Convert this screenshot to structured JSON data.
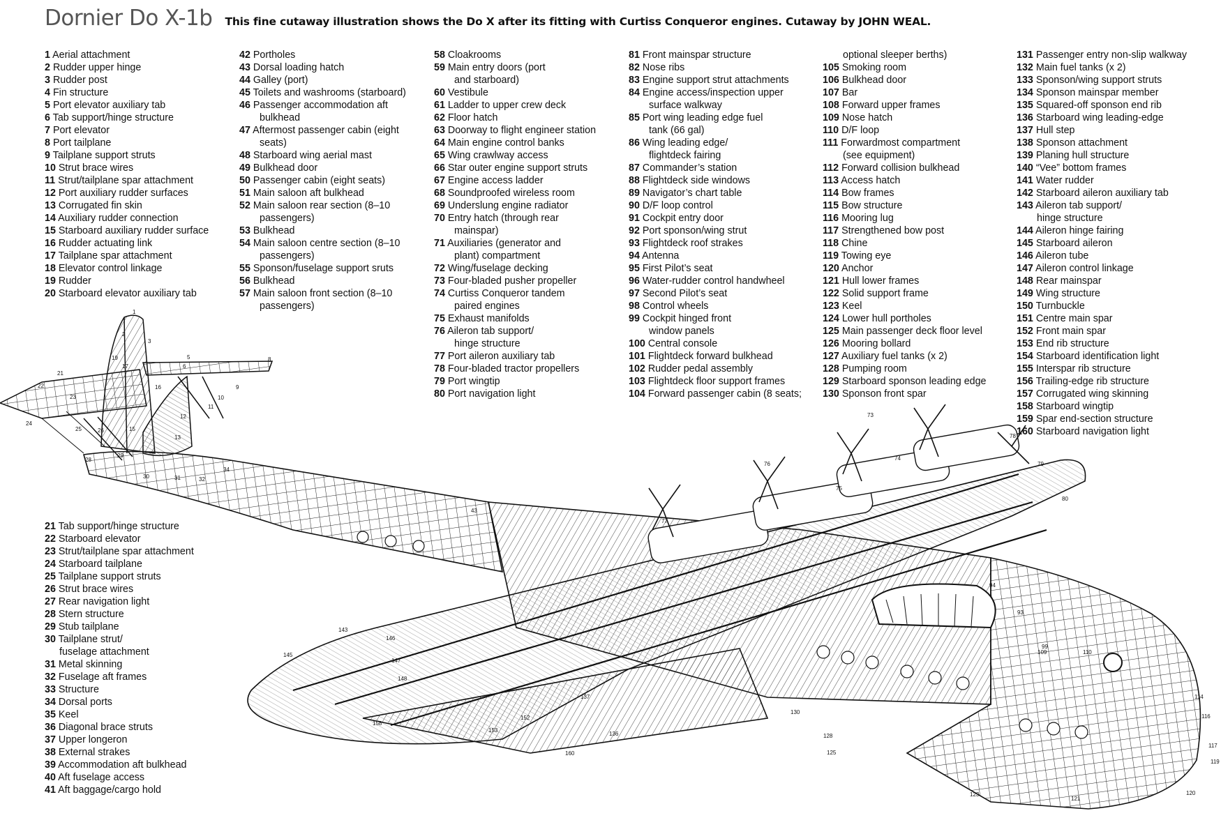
{
  "header": {
    "title": "Dornier Do X-1b",
    "subtitle": "This fine cutaway illustration shows the Do X after its fitting with Curtiss Conqueror engines. Cutaway by JOHN WEAL."
  },
  "key_columns": [
    [
      [
        "1",
        "Aerial attachment"
      ],
      [
        "2",
        "Rudder upper hinge"
      ],
      [
        "3",
        "Rudder post"
      ],
      [
        "4",
        "Fin structure"
      ],
      [
        "5",
        "Port elevator auxiliary tab"
      ],
      [
        "6",
        "Tab support/hinge structure"
      ],
      [
        "7",
        "Port elevator"
      ],
      [
        "8",
        "Port tailplane"
      ],
      [
        "9",
        "Tailplane support struts"
      ],
      [
        "10",
        "Strut brace wires"
      ],
      [
        "11",
        "Strut/tailplane spar attachment"
      ],
      [
        "12",
        "Port auxiliary rudder surfaces"
      ],
      [
        "13",
        "Corrugated fin skin"
      ],
      [
        "14",
        "Auxiliary rudder connection"
      ],
      [
        "15",
        "Starboard auxiliary rudder surface"
      ],
      [
        "16",
        "Rudder actuating link"
      ],
      [
        "17",
        "Tailplane spar attachment"
      ],
      [
        "18",
        "Elevator control linkage"
      ],
      [
        "19",
        "Rudder"
      ],
      [
        "20",
        "Starboard elevator auxiliary tab"
      ]
    ],
    [
      [
        "42",
        "Portholes"
      ],
      [
        "43",
        "Dorsal loading hatch"
      ],
      [
        "44",
        "Galley (port)"
      ],
      [
        "45",
        "Toilets and washrooms (starboard)"
      ],
      [
        "46",
        "Passenger accommodation aft"
      ],
      [
        "",
        "bulkhead"
      ],
      [
        "47",
        "Aftermost passenger cabin (eight"
      ],
      [
        "",
        "seats)"
      ],
      [
        "48",
        "Starboard wing aerial mast"
      ],
      [
        "49",
        "Bulkhead door"
      ],
      [
        "50",
        "Passenger cabin (eight seats)"
      ],
      [
        "51",
        "Main saloon aft bulkhead"
      ],
      [
        "52",
        "Main saloon rear section (8–10"
      ],
      [
        "",
        "passengers)"
      ],
      [
        "53",
        "Bulkhead"
      ],
      [
        "54",
        "Main saloon centre section (8–10"
      ],
      [
        "",
        "passengers)"
      ],
      [
        "55",
        "Sponson/fuselage support sruts"
      ],
      [
        "56",
        "Bulkhead"
      ],
      [
        "57",
        "Main saloon front section (8–10"
      ],
      [
        "",
        "passengers)"
      ]
    ],
    [
      [
        "58",
        "Cloakrooms"
      ],
      [
        "59",
        "Main entry doors (port"
      ],
      [
        "",
        "and starboard)"
      ],
      [
        "60",
        "Vestibule"
      ],
      [
        "61",
        "Ladder to upper crew deck"
      ],
      [
        "62",
        "Floor hatch"
      ],
      [
        "63",
        "Doorway to flight engineer station"
      ],
      [
        "64",
        "Main engine control banks"
      ],
      [
        "65",
        "Wing crawlway access"
      ],
      [
        "66",
        "Star outer engine support struts"
      ],
      [
        "67",
        "Engine access ladder"
      ],
      [
        "68",
        "Soundproofed wireless room"
      ],
      [
        "69",
        "Underslung engine radiator"
      ],
      [
        "70",
        "Entry hatch (through rear"
      ],
      [
        "",
        "mainspar)"
      ],
      [
        "71",
        "Auxiliaries (generator and"
      ],
      [
        "",
        "plant) compartment"
      ],
      [
        "72",
        "Wing/fuselage decking"
      ],
      [
        "73",
        "Four-bladed pusher propeller"
      ],
      [
        "74",
        "Curtiss Conqueror tandem"
      ],
      [
        "",
        "paired engines"
      ],
      [
        "75",
        "Exhaust manifolds"
      ],
      [
        "76",
        "Aileron tab support/"
      ],
      [
        "",
        "hinge structure"
      ],
      [
        "77",
        "Port aileron auxiliary tab"
      ],
      [
        "78",
        "Four-bladed tractor propellers"
      ],
      [
        "79",
        "Port wingtip"
      ],
      [
        "80",
        "Port navigation light"
      ]
    ],
    [
      [
        "81",
        "Front mainspar structure"
      ],
      [
        "82",
        "Nose ribs"
      ],
      [
        "83",
        "Engine support strut attachments"
      ],
      [
        "84",
        "Engine access/inspection upper"
      ],
      [
        "",
        "surface walkway"
      ],
      [
        "85",
        "Port wing leading edge fuel"
      ],
      [
        "",
        "tank (66 gal)"
      ],
      [
        "86",
        "Wing leading edge/"
      ],
      [
        "",
        "flightdeck fairing"
      ],
      [
        "87",
        "Commander’s station"
      ],
      [
        "88",
        "Flightdeck side windows"
      ],
      [
        "89",
        "Navigator’s chart table"
      ],
      [
        "90",
        "D/F loop control"
      ],
      [
        "91",
        "Cockpit entry door"
      ],
      [
        "92",
        "Port sponson/wing strut"
      ],
      [
        "93",
        "Flightdeck roof strakes"
      ],
      [
        "94",
        "Antenna"
      ],
      [
        "95",
        "First Pilot’s seat"
      ],
      [
        "96",
        "Water-rudder control handwheel"
      ],
      [
        "97",
        "Second Pilot’s seat"
      ],
      [
        "98",
        "Control wheels"
      ],
      [
        "99",
        "Cockpit hinged front"
      ],
      [
        "",
        "window panels"
      ],
      [
        "100",
        "Central console"
      ],
      [
        "101",
        "Flightdeck forward bulkhead"
      ],
      [
        "102",
        "Rudder pedal assembly"
      ],
      [
        "103",
        "Flightdeck floor support frames"
      ],
      [
        "104",
        "Forward passenger cabin (8 seats;"
      ]
    ],
    [
      [
        "",
        "optional sleeper berths)"
      ],
      [
        "105",
        "Smoking room"
      ],
      [
        "106",
        "Bulkhead door"
      ],
      [
        "107",
        "Bar"
      ],
      [
        "108",
        "Forward upper frames"
      ],
      [
        "109",
        "Nose hatch"
      ],
      [
        "110",
        "D/F loop"
      ],
      [
        "111",
        "Forwardmost compartment"
      ],
      [
        "",
        "(see equipment)"
      ],
      [
        "112",
        "Forward collision bulkhead"
      ],
      [
        "113",
        "Access hatch"
      ],
      [
        "114",
        "Bow frames"
      ],
      [
        "115",
        "Bow structure"
      ],
      [
        "116",
        "Mooring lug"
      ],
      [
        "117",
        "Strengthened bow post"
      ],
      [
        "118",
        "Chine"
      ],
      [
        "119",
        "Towing eye"
      ],
      [
        "120",
        "Anchor"
      ],
      [
        "121",
        "Hull lower frames"
      ],
      [
        "122",
        "Solid support frame"
      ],
      [
        "123",
        "Keel"
      ],
      [
        "124",
        "Lower hull portholes"
      ],
      [
        "125",
        "Main passenger deck floor level"
      ],
      [
        "126",
        "Mooring bollard"
      ],
      [
        "127",
        "Auxiliary fuel tanks (x 2)"
      ],
      [
        "128",
        "Pumping room"
      ],
      [
        "129",
        "Starboard sponson leading edge"
      ],
      [
        "130",
        "Sponson front spar"
      ]
    ],
    [
      [
        "131",
        "Passenger entry non-slip walkway"
      ],
      [
        "132",
        "Main fuel tanks (x 2)"
      ],
      [
        "133",
        "Sponson/wing support struts"
      ],
      [
        "134",
        "Sponson mainspar member"
      ],
      [
        "135",
        "Squared-off sponson end rib"
      ],
      [
        "136",
        "Starboard wing leading-edge"
      ],
      [
        "137",
        "Hull step"
      ],
      [
        "138",
        "Sponson attachment"
      ],
      [
        "139",
        "Planing hull structure"
      ],
      [
        "140",
        "“Vee” bottom frames"
      ],
      [
        "141",
        "Water rudder"
      ],
      [
        "142",
        "Starboard aileron auxiliary tab"
      ],
      [
        "143",
        "Aileron tab support/"
      ],
      [
        "",
        "hinge structure"
      ],
      [
        "144",
        "Aileron hinge fairing"
      ],
      [
        "145",
        "Starboard aileron"
      ],
      [
        "146",
        "Aileron tube"
      ],
      [
        "147",
        "Aileron control linkage"
      ],
      [
        "148",
        "Rear mainspar"
      ],
      [
        "149",
        "Wing structure"
      ],
      [
        "150",
        "Turnbuckle"
      ],
      [
        "151",
        "Centre main spar"
      ],
      [
        "152",
        "Front main spar"
      ],
      [
        "153",
        "End rib structure"
      ],
      [
        "154",
        "Starboard identification light"
      ],
      [
        "155",
        "Interspar rib structure"
      ],
      [
        "156",
        "Trailing-edge rib structure"
      ],
      [
        "157",
        "Corrugated wing skinning"
      ],
      [
        "158",
        "Starboard wingtip"
      ],
      [
        "159",
        "Spar end-section structure"
      ],
      [
        "160",
        "Starboard navigation light"
      ]
    ],
    [
      [
        "21",
        "Tab support/hinge structure"
      ],
      [
        "22",
        "Starboard elevator"
      ],
      [
        "23",
        "Strut/tailplane spar attachment"
      ],
      [
        "24",
        "Starboard tailplane"
      ],
      [
        "25",
        "Tailplane support struts"
      ],
      [
        "26",
        "Strut brace wires"
      ],
      [
        "27",
        "Rear navigation light"
      ],
      [
        "28",
        "Stern structure"
      ],
      [
        "29",
        "Stub tailplane"
      ],
      [
        "30",
        "Tailplane strut/"
      ],
      [
        "",
        "fuselage attachment"
      ],
      [
        "31",
        "Metal skinning"
      ],
      [
        "32",
        "Fuselage aft frames"
      ],
      [
        "33",
        "Structure"
      ],
      [
        "34",
        "Dorsal ports"
      ],
      [
        "35",
        "Keel"
      ],
      [
        "36",
        "Diagonal brace struts"
      ],
      [
        "37",
        "Upper longeron"
      ],
      [
        "38",
        "External strakes"
      ],
      [
        "39",
        "Accommodation aft bulkhead"
      ],
      [
        "40",
        "Aft fuselage access"
      ],
      [
        "41",
        "Aft baggage/cargo hold"
      ]
    ]
  ],
  "diagram_callouts": [
    "1",
    "2",
    "3",
    "5",
    "6",
    "8",
    "9",
    "10",
    "11",
    "12",
    "13",
    "15",
    "16",
    "17",
    "19",
    "21",
    "22",
    "23",
    "24",
    "25",
    "26",
    "28",
    "29",
    "30",
    "31",
    "32",
    "34",
    "43",
    "73",
    "74",
    "75",
    "76",
    "77",
    "78",
    "79",
    "80",
    "93",
    "94",
    "99",
    "109",
    "110",
    "114",
    "116",
    "117",
    "119",
    "120",
    "121",
    "123",
    "125",
    "128",
    "130",
    "136",
    "137",
    "143",
    "145",
    "146",
    "147",
    "148",
    "152",
    "153",
    "158",
    "160"
  ]
}
